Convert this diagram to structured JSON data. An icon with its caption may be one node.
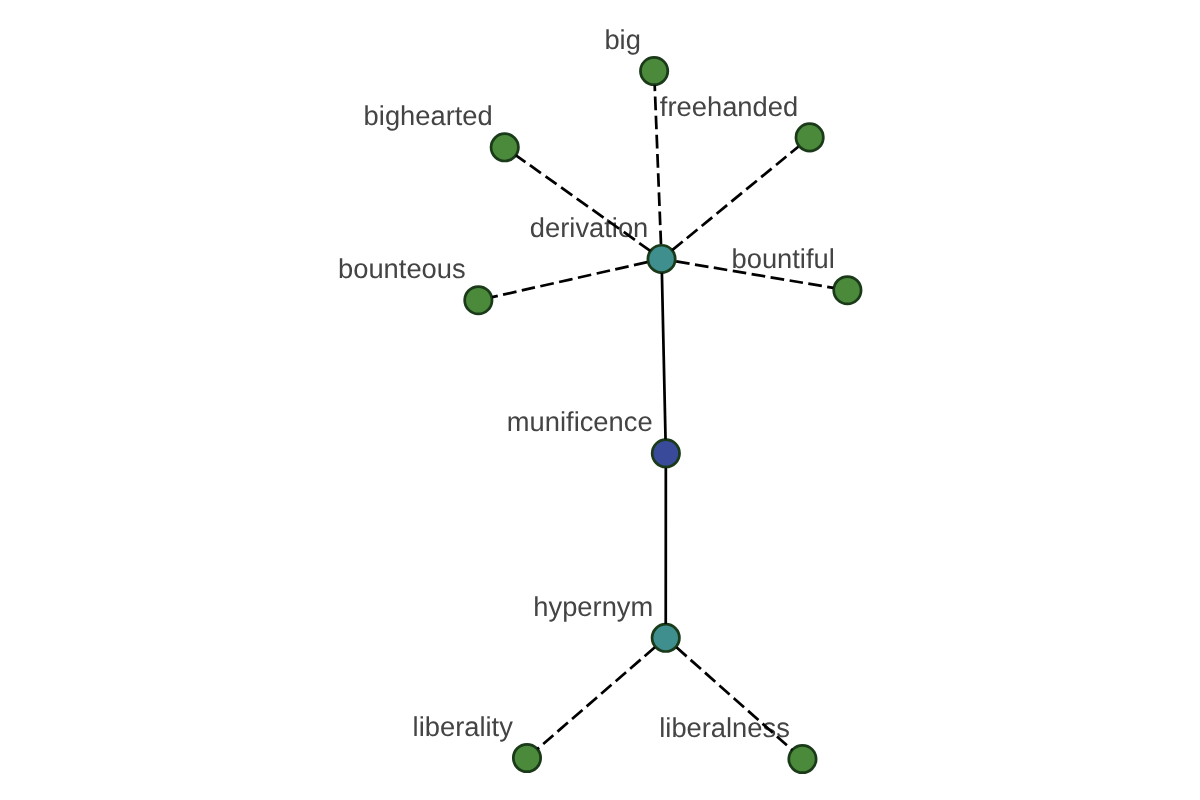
{
  "diagram": {
    "nodes": [
      {
        "text": [
          "munificence"
        ]
      },
      {
        "text": [
          "derivation"
        ]
      },
      {
        "text": [
          "hypernym"
        ]
      },
      {
        "text": [
          "big"
        ]
      },
      {
        "text": [
          "freehanded"
        ]
      },
      {
        "text": [
          "bighearted"
        ]
      },
      {
        "text": [
          "bounteous"
        ]
      },
      {
        "text": [
          "bountiful"
        ]
      },
      {
        "text": [
          "liberality"
        ]
      },
      {
        "text": [
          "liberalness"
        ]
      }
    ],
    "edges": [
      {
        "from": 0,
        "to": 1,
        "arrow": "none"
      },
      {
        "from": 0,
        "to": 2,
        "arrow": "none"
      },
      {
        "from": 1,
        "to": 3,
        "arrow": "none",
        "style": "dashed"
      },
      {
        "from": 1,
        "to": 4,
        "arrow": "none",
        "style": "dashed"
      },
      {
        "from": 1,
        "to": 5,
        "arrow": "none",
        "style": "dashed"
      },
      {
        "from": 1,
        "to": 6,
        "arrow": "none",
        "style": "dashed"
      },
      {
        "from": 1,
        "to": 7,
        "arrow": "none",
        "style": "dashed"
      },
      {
        "from": 2,
        "to": 8,
        "arrow": "none",
        "style": "dashed"
      },
      {
        "from": 2,
        "to": 9,
        "arrow": "none",
        "style": "dashed"
      }
    ]
  }
}
